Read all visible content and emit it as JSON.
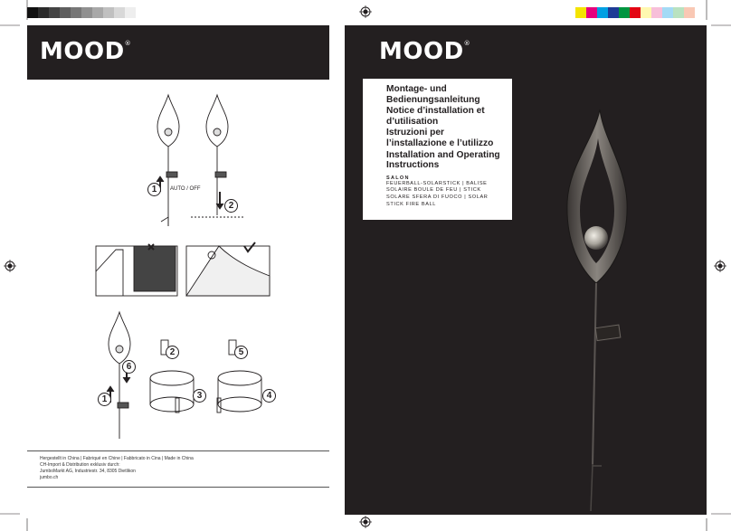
{
  "brand": {
    "logo_left": "MOOD",
    "logo_right": "MOOD",
    "registered": "®"
  },
  "calibration": {
    "grays": [
      "#111111",
      "#2b2b2b",
      "#444444",
      "#5e5e5e",
      "#777777",
      "#909090",
      "#a8a8a8",
      "#c0c0c0",
      "#d8d8d8",
      "#eeeeee"
    ],
    "colors": [
      "#f4e400",
      "#e6007e",
      "#00a0e3",
      "#1e3c96",
      "#009640",
      "#e30613",
      "#fff8b0",
      "#f7bfd9",
      "#a3daf5",
      "#b9e2c0",
      "#f9c8b4",
      "#ffffff"
    ]
  },
  "cover": {
    "titles": [
      "Montage- und Bedienungsanleitung",
      "Notice d’installation et d’utilisation",
      "Istruzioni per l’installazione e l’utilizzo",
      "Installation and Operating Instructions"
    ],
    "product_line": "SALON",
    "product_desc": "FEUERBALL-SOLARSTICK | BALISE SOLAIRE BOULE DE FEU | STICK SOLARE SFERA DI FUOCO | SOLAR STICK FIRE BALL"
  },
  "diagram": {
    "switch_label": "AUTO / OFF",
    "steps_top": [
      "1",
      "2"
    ],
    "steps_bottom": [
      "6",
      "1",
      "2",
      "3",
      "5",
      "4"
    ]
  },
  "footer": {
    "made_in": "Hergestellt in China | Fabriqué en Chine | Fabbricato in Cina | Made in China",
    "import": "CH-Import & Distribution exklusiv durch:",
    "address": "JumboMarkt AG, Industriestr. 34, 8305 Dietlikon",
    "web": "jumbo.ch"
  },
  "colors": {
    "dark": "#231f20",
    "paper": "#ffffff"
  }
}
